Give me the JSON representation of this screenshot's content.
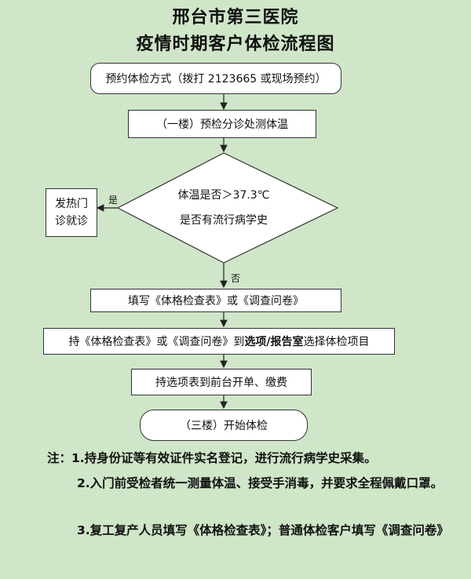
{
  "header": {
    "title_line1": "邢台市第三医院",
    "title_line2": "疫情时期客户体检流程图"
  },
  "flow": {
    "step1": "预约体检方式（拨打 2123665 或现场预约）",
    "step2": "（一楼）预检分诊处测体温",
    "decision_line1": "体温是否＞37.3℃",
    "decision_line2": "是否有流行病学史",
    "yes_label": "是",
    "no_label": "否",
    "fever_clinic_line1": "发热门",
    "fever_clinic_line2": "诊就诊",
    "step3": "填写《体格检查表》或《调查问卷》",
    "step4_prefix": "持《体格检查表》或《调查问卷》到",
    "step4_bold": "选项/报告室",
    "step4_suffix": "选择体检项目",
    "step5": "持选项表到前台开单、缴费",
    "step6": "（三楼）开始体检"
  },
  "notes": {
    "n1": "注：1.持身份证等有效证件实名登记，进行流行病学史采集。",
    "n2": "2.入门前受检者统一测量体温、接受手消毒，并要求全程佩戴口罩。",
    "n3": "3.复工复产人员填写《体格检查表》；普通体检客户填写《调查问卷》"
  }
}
